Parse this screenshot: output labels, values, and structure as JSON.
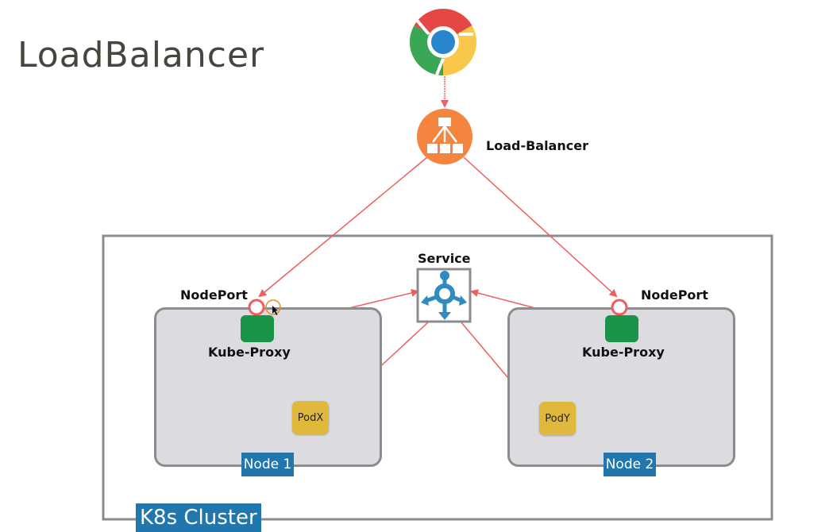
{
  "slide": {
    "title": "LoadBalancer"
  },
  "diagram": {
    "client": {
      "icon": "chrome-browser-icon"
    },
    "load_balancer": {
      "label": "Load-Balancer",
      "icon": "load-balancer-icon",
      "color": "#f5843f"
    },
    "service": {
      "label": "Service",
      "icon": "service-icon",
      "color": "#2f8bc0"
    },
    "cluster": {
      "label": "K8s Cluster"
    },
    "nodes": [
      {
        "label": "Node 1",
        "nodeport_label": "NodePort",
        "proxy_label": "Kube-Proxy",
        "pod_label": "PodX"
      },
      {
        "label": "Node 2",
        "nodeport_label": "NodePort",
        "proxy_label": "Kube-Proxy",
        "pod_label": "PodY"
      }
    ],
    "connections": [
      {
        "from": "Browser",
        "to": "Load-Balancer"
      },
      {
        "from": "Load-Balancer",
        "to": "Node 1 NodePort"
      },
      {
        "from": "Load-Balancer",
        "to": "Node 2 NodePort"
      },
      {
        "from": "Node 1 Kube-Proxy",
        "to": "Service"
      },
      {
        "from": "Node 2 Kube-Proxy",
        "to": "Service"
      },
      {
        "from": "Service",
        "to": "PodX"
      },
      {
        "from": "Service",
        "to": "PodY"
      }
    ],
    "colors": {
      "arrow": "#ef5e5e",
      "kube_proxy": "#1a9448",
      "pod": "#e0b93c",
      "node_fill": "#dcdce0",
      "tag": "#2176ad",
      "cursor_ring": "#e0902a"
    }
  }
}
